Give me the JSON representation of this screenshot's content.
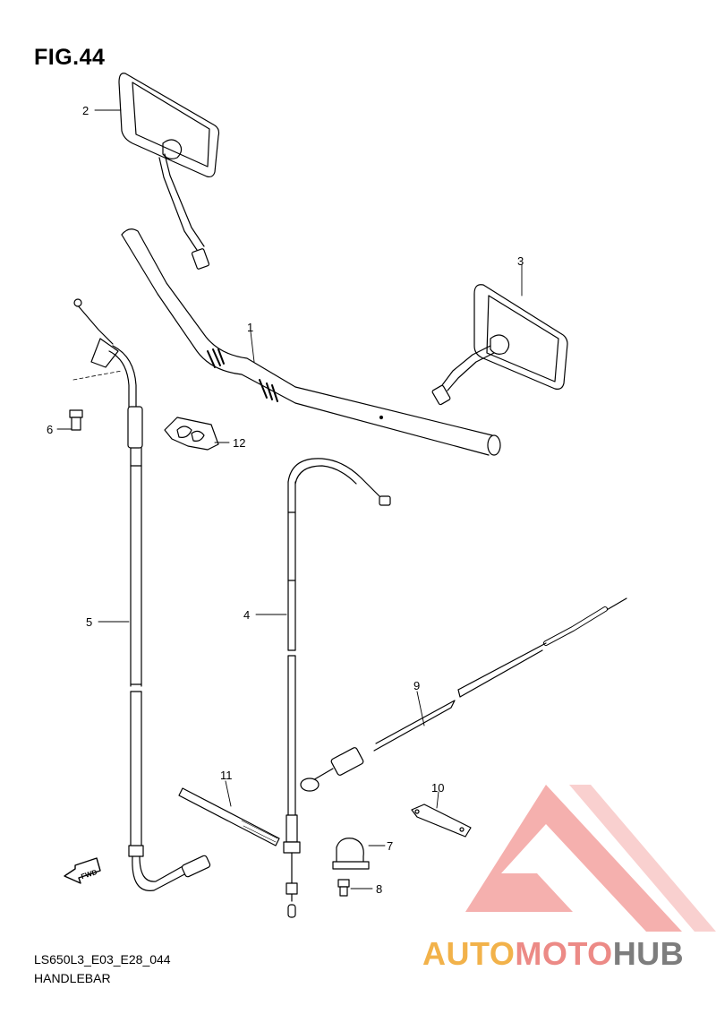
{
  "figure": {
    "title": "FIG.44"
  },
  "footer": {
    "code": "LS650L3_E03_E28_044",
    "name": "HANDLEBAR"
  },
  "fwd_label": "FWD",
  "watermark": {
    "part1": "AUTO",
    "part2": "MOTO",
    "part3": "HUB",
    "colors": {
      "yellow": "#f2b24a",
      "pink": "#ec8a86",
      "gray": "#7d7d7d",
      "logo": "#f4a3a0"
    }
  },
  "callouts": [
    {
      "n": "1",
      "part": "handlebar"
    },
    {
      "n": "2",
      "part": "mirror-left"
    },
    {
      "n": "3",
      "part": "mirror-right"
    },
    {
      "n": "4",
      "part": "throttle-cable-4"
    },
    {
      "n": "5",
      "part": "throttle-cable-5"
    },
    {
      "n": "6",
      "part": "bolt"
    },
    {
      "n": "7",
      "part": "cable-holder"
    },
    {
      "n": "8",
      "part": "bolt-small"
    },
    {
      "n": "9",
      "part": "clutch-cable"
    },
    {
      "n": "10",
      "part": "cable-guide"
    },
    {
      "n": "11",
      "part": "cable-clamp"
    },
    {
      "n": "12",
      "part": "clip"
    }
  ]
}
